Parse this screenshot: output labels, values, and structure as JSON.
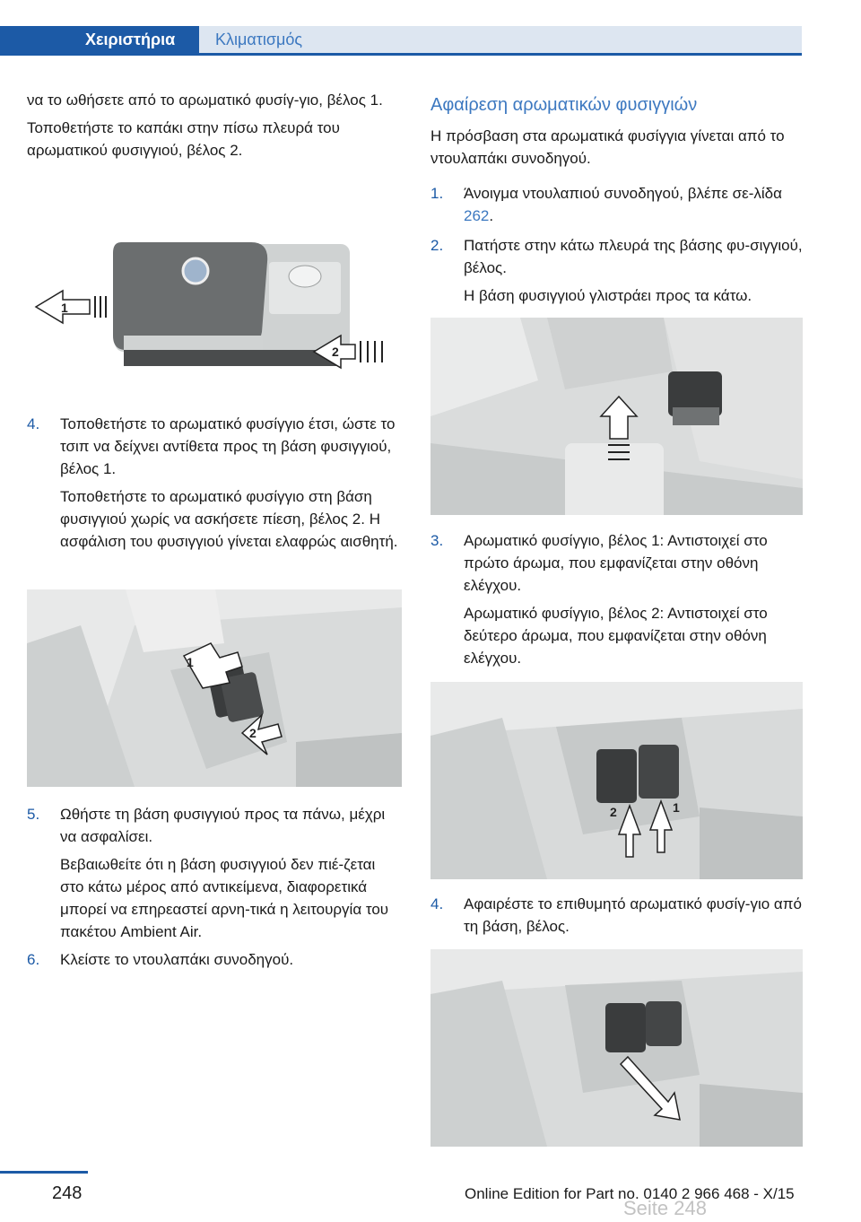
{
  "header": {
    "tab_active": "Χειριστήρια",
    "tab_inactive": "Κλιματισμός"
  },
  "left": {
    "cont_p1": "να το ωθήσετε από το αρωματικό φυσίγ-γιο, βέλος 1.",
    "cont_p2": "Τοποθετήστε το καπάκι στην πίσω πλευρά του αρωματικού φυσιγγιού, βέλος 2.",
    "fig1_labels": [
      "1",
      "2"
    ],
    "step4": {
      "num": "4.",
      "text": "Τοποθετήστε το αρωματικό φυσίγγιο έτσι, ώστε το τσιπ να δείχνει αντίθετα προς τη βάση φυσιγγιού, βέλος 1.",
      "sub": "Τοποθετήστε το αρωματικό φυσίγγιο στη βάση φυσιγγιού χωρίς να ασκήσετε πίεση, βέλος 2. Η ασφάλιση του φυσιγγιού γίνεται ελαφρώς αισθητή."
    },
    "fig2_labels": [
      "1",
      "2"
    ],
    "step5": {
      "num": "5.",
      "text": "Ωθήστε τη βάση φυσιγγιού προς τα πάνω, μέχρι να ασφαλίσει.",
      "sub": "Βεβαιωθείτε ότι η βάση φυσιγγιού δεν πιέ-ζεται στο κάτω μέρος από αντικείμενα, διαφορετικά μπορεί να επηρεαστεί αρνη-τικά η λειτουργία του πακέτου Ambient Air."
    },
    "step6": {
      "num": "6.",
      "text": "Κλείστε το ντουλαπάκι συνοδηγού."
    }
  },
  "right": {
    "heading": "Αφαίρεση αρωματικών φυσιγγιών",
    "intro": "Η πρόσβαση στα αρωματικά φυσίγγια γίνεται από το ντουλαπάκι συνοδηγού.",
    "step1": {
      "num": "1.",
      "text": "Άνοιγμα ντουλαπιού συνοδηγού, βλέπε σε-λίδα ",
      "link": "262",
      "end": "."
    },
    "step2": {
      "num": "2.",
      "text": "Πατήστε στην κάτω πλευρά της βάσης φυ-σιγγιού, βέλος.",
      "sub": "Η βάση φυσιγγιού γλιστράει προς τα κάτω."
    },
    "step3": {
      "num": "3.",
      "text": "Αρωματικό φυσίγγιο, βέλος 1: Αντιστοιχεί στο πρώτο άρωμα, που εμφανίζεται στην οθόνη ελέγχου.",
      "sub": "Αρωματικό φυσίγγιο, βέλος 2: Αντιστοιχεί στο δεύτερο άρωμα, που εμφανίζεται στην οθόνη ελέγχου."
    },
    "fig4_labels": [
      "2",
      "1"
    ],
    "step4": {
      "num": "4.",
      "text": "Αφαιρέστε το επιθυμητό αρωματικό φυσίγ-γιο από τη βάση, βέλος."
    }
  },
  "footer": {
    "page": "248",
    "edition": "Online Edition for Part no. 0140 2 966 468 - X/15",
    "watermark": "Seite 248"
  },
  "colors": {
    "brand_blue": "#1c5aa6",
    "link_blue": "#3c78c0",
    "tab_light": "#dde6f1"
  }
}
